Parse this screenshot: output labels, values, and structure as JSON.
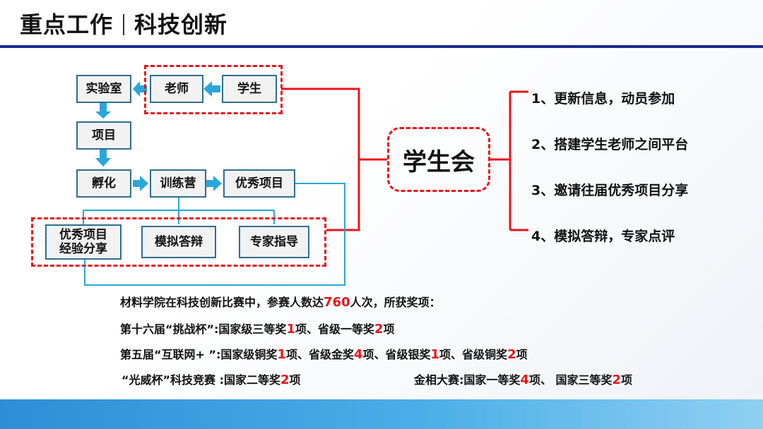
{
  "header": {
    "title_left": "重点工作",
    "title_right": "科技创新"
  },
  "flow": {
    "lab": "实验室",
    "teacher": "老师",
    "student": "学生",
    "project": "项目",
    "incubate": "孵化",
    "camp": "训练营",
    "excellent": "优秀项目",
    "share_line1": "优秀项目",
    "share_line2": "经验分享",
    "mock": "模拟答辩",
    "expert": "专家指导"
  },
  "hub": {
    "label": "学生会"
  },
  "right_list": [
    "1、更新信息，动员参加",
    "2、搭建学生老师之间平台",
    "3、邀请往届优秀项目分享",
    "4、模拟答辩，专家点评"
  ],
  "summary": {
    "l1_a": "材料学院在科技创新比赛中，参赛人数达",
    "l1_n": "760",
    "l1_b": "人次，所获奖项：",
    "l2_a": "第十六届“挑战杯”:国家级三等奖",
    "l2_n1": "1",
    "l2_b": "项、省级一等奖",
    "l2_n2": "2",
    "l2_c": "项",
    "l3_a": "第五届“互联网+ ”:国家级铜奖",
    "l3_n1": "1",
    "l3_b": "项、省级金奖",
    "l3_n2": "4",
    "l3_c": "项、省级银奖",
    "l3_n3": "1",
    "l3_d": "项、省级铜奖",
    "l3_n4": "2",
    "l3_e": "项",
    "l4_a": "“光威杯”科技竞赛 :国家二等奖",
    "l4_n1": "2",
    "l4_b": "项",
    "l4_c": "金相大赛:国家一等奖",
    "l4_n2": "4",
    "l4_d": "项、 国家三等奖",
    "l4_n3": "2",
    "l4_e": "项"
  },
  "colors": {
    "title_line": "#1a2a8c",
    "dashed_red": "#e8141c",
    "box_border": "#2f6e8e",
    "connector_blue": "#2aa6d8",
    "connector_red": "#e8141c",
    "arrow_blue": "#2aa6d8"
  }
}
